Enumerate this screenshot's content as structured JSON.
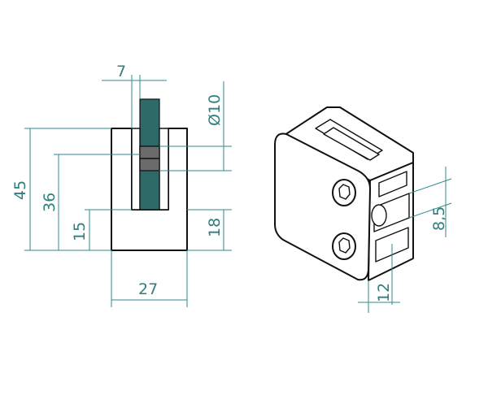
{
  "drawing": {
    "front_view": {
      "width_label": "27",
      "gap_label": "7",
      "pin_diameter_label": "Ø10",
      "height_label": "45",
      "center_height_label": "36",
      "lower_height_label": "15",
      "inner_height_label": "18"
    },
    "iso_view": {
      "slot_width_label": "12",
      "slot_height_label": "8,5"
    },
    "colors": {
      "dimension": "#2f7f80",
      "glass": "#2e6b68",
      "outline": "#111111"
    }
  }
}
